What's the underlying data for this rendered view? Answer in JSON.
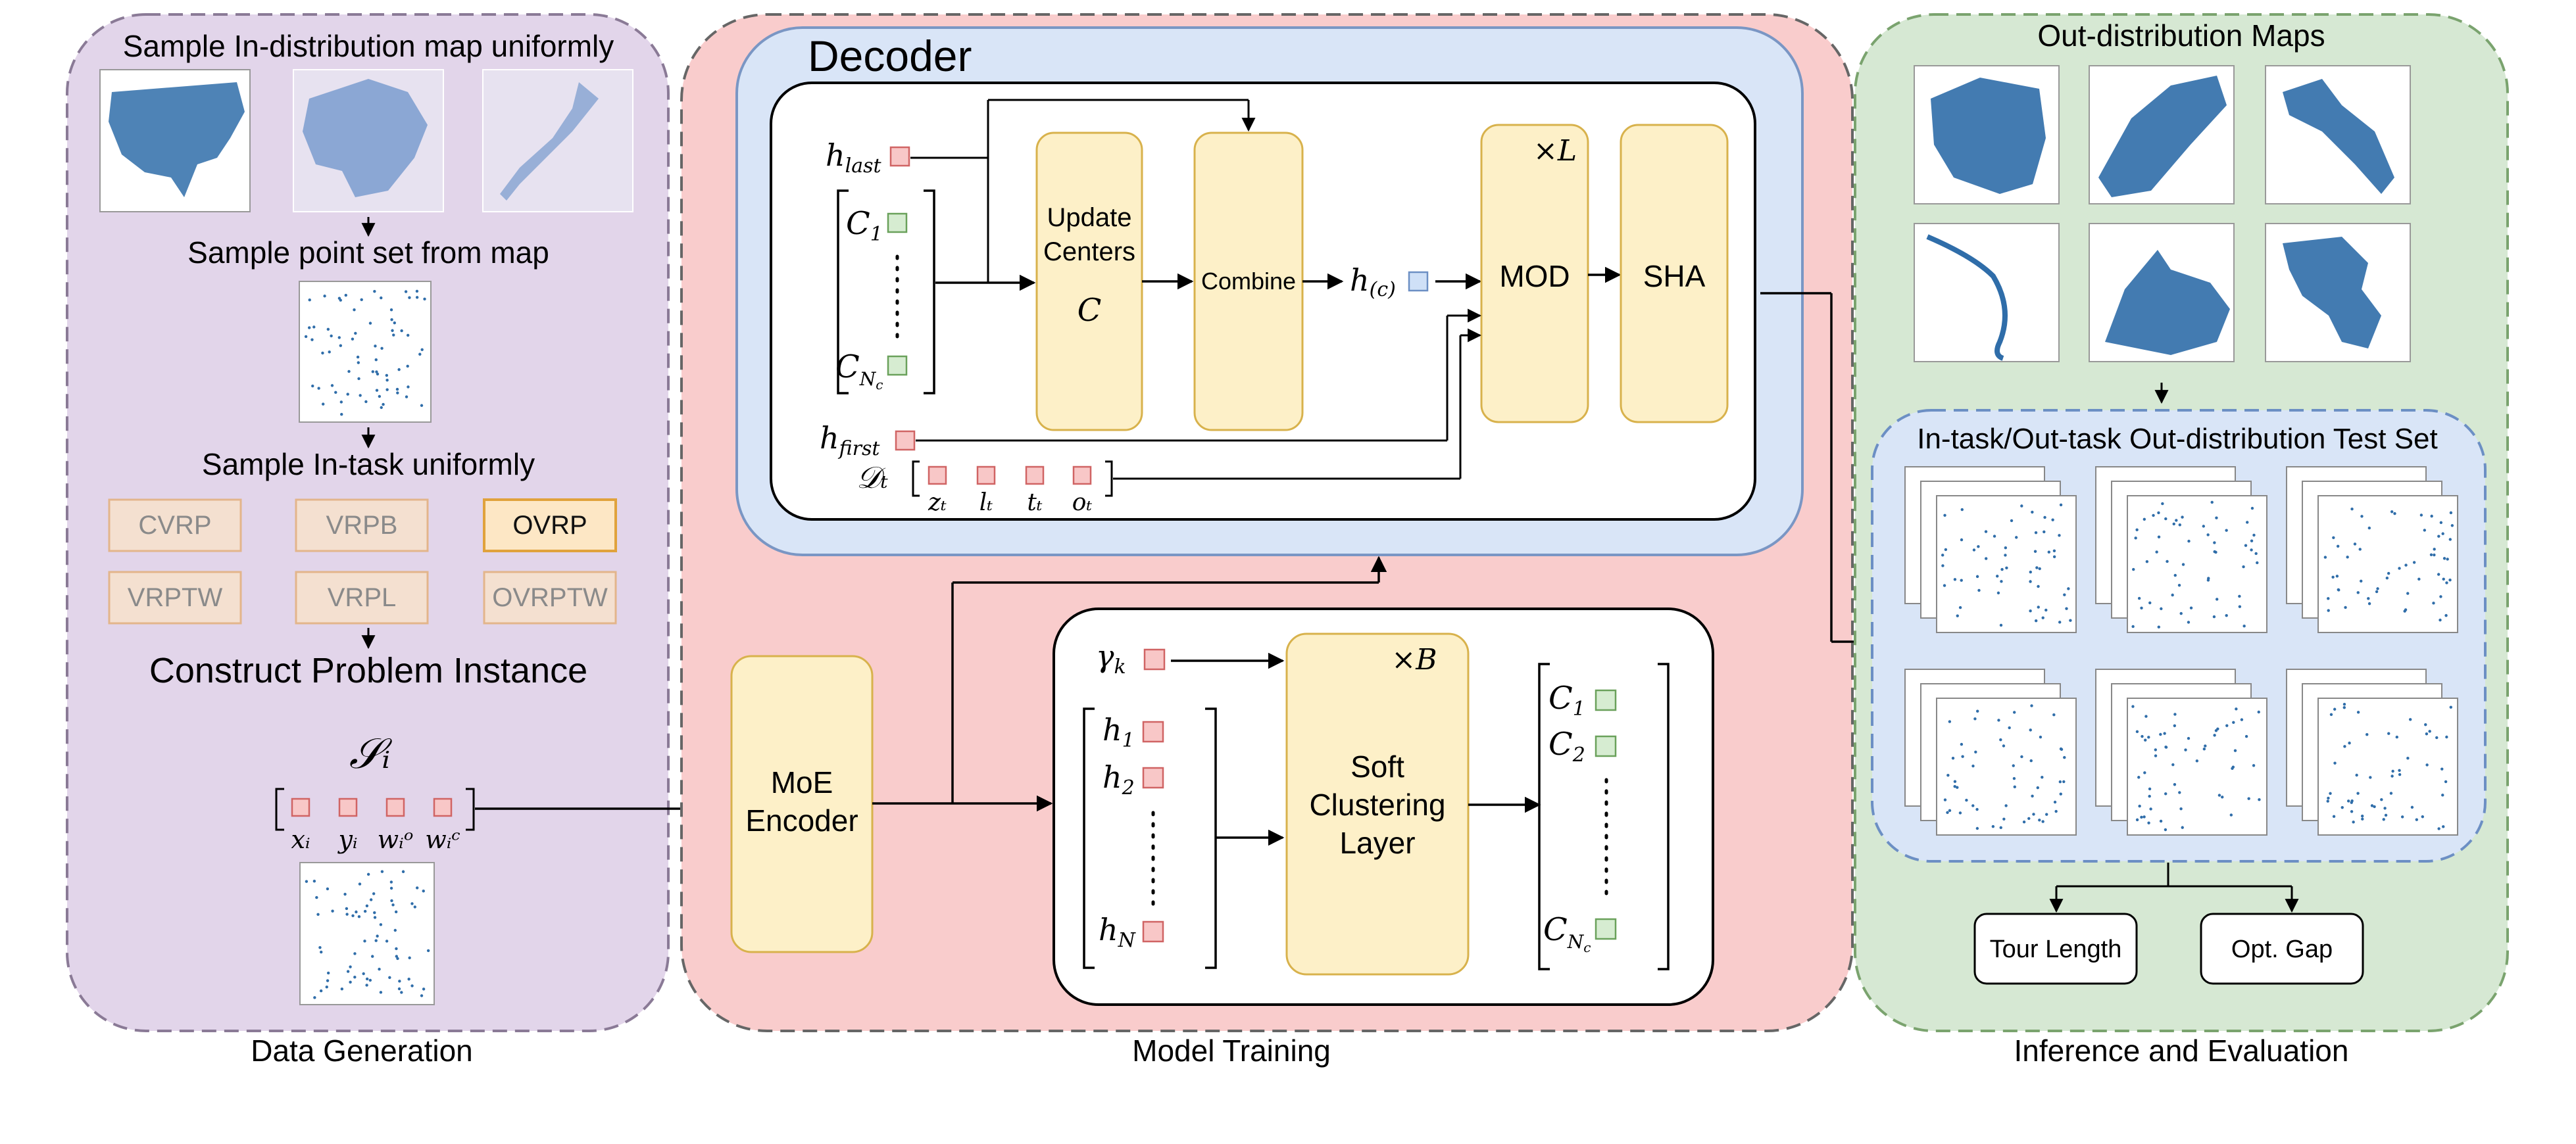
{
  "data_generation": {
    "heading": "Sample In-distribution map uniformly",
    "sample_points": "Sample point set from map",
    "sample_task": "Sample In-task uniformly",
    "tasks": [
      "CVRP",
      "VRPB",
      "OVRP",
      "VRPTW",
      "VRPL",
      "OVRPTW"
    ],
    "construct": "Construct Problem Instance",
    "instance_symbol": "𝒮ᵢ",
    "features": [
      "xᵢ",
      "yᵢ",
      "wᵢᵒ",
      "wᵢᶜ"
    ],
    "caption": "Data Generation"
  },
  "model_training": {
    "decoder_title": "Decoder",
    "h_last": "hₗₐₛₜ",
    "c_first": "C₁",
    "c_last": "C_Nc",
    "update_centers": [
      "Update",
      "Centers"
    ],
    "update_c": "C",
    "combine": "Combine",
    "h_c": "h₍c₎",
    "times_l": "×L",
    "mod": "MOD",
    "sha": "SHA",
    "h_first": "h_first",
    "d_t": "𝒟ₜ",
    "dt_items": [
      "zₜ",
      "lₜ",
      "tₜ",
      "oₜ"
    ],
    "encoder": [
      "MoE",
      "Encoder"
    ],
    "gamma": "γₖ",
    "times_b": "×B",
    "h_items": [
      "h₁",
      "h₂",
      "h_N"
    ],
    "soft_clustering": [
      "Soft",
      "Clustering",
      "Layer"
    ],
    "c_items": [
      "C₁",
      "C₂",
      "C_Nc"
    ],
    "caption": "Model Training"
  },
  "inference": {
    "heading": "Out-distribution Maps",
    "test_set": "In-task/Out-task Out-distribution Test Set",
    "tour_length": "Tour Length",
    "opt_gap": "Opt. Gap",
    "caption": "Inference and Evaluation"
  },
  "colors": {
    "purple_panel": "#e2d5ea",
    "red_panel": "#f9cccc",
    "green_panel": "#d6e8d3",
    "blue_panel": "#d9e5f7",
    "yellow_box": "#fdf0c8",
    "yellow_border": "#d8b24c",
    "map_blue": "#2f6da9",
    "red_sq": "#f8c7c7",
    "green_sq": "#d6ecd1",
    "blue_sq": "#cfe0f7",
    "task_fill": "#f7e2cf",
    "task_border": "#e0b07a"
  }
}
